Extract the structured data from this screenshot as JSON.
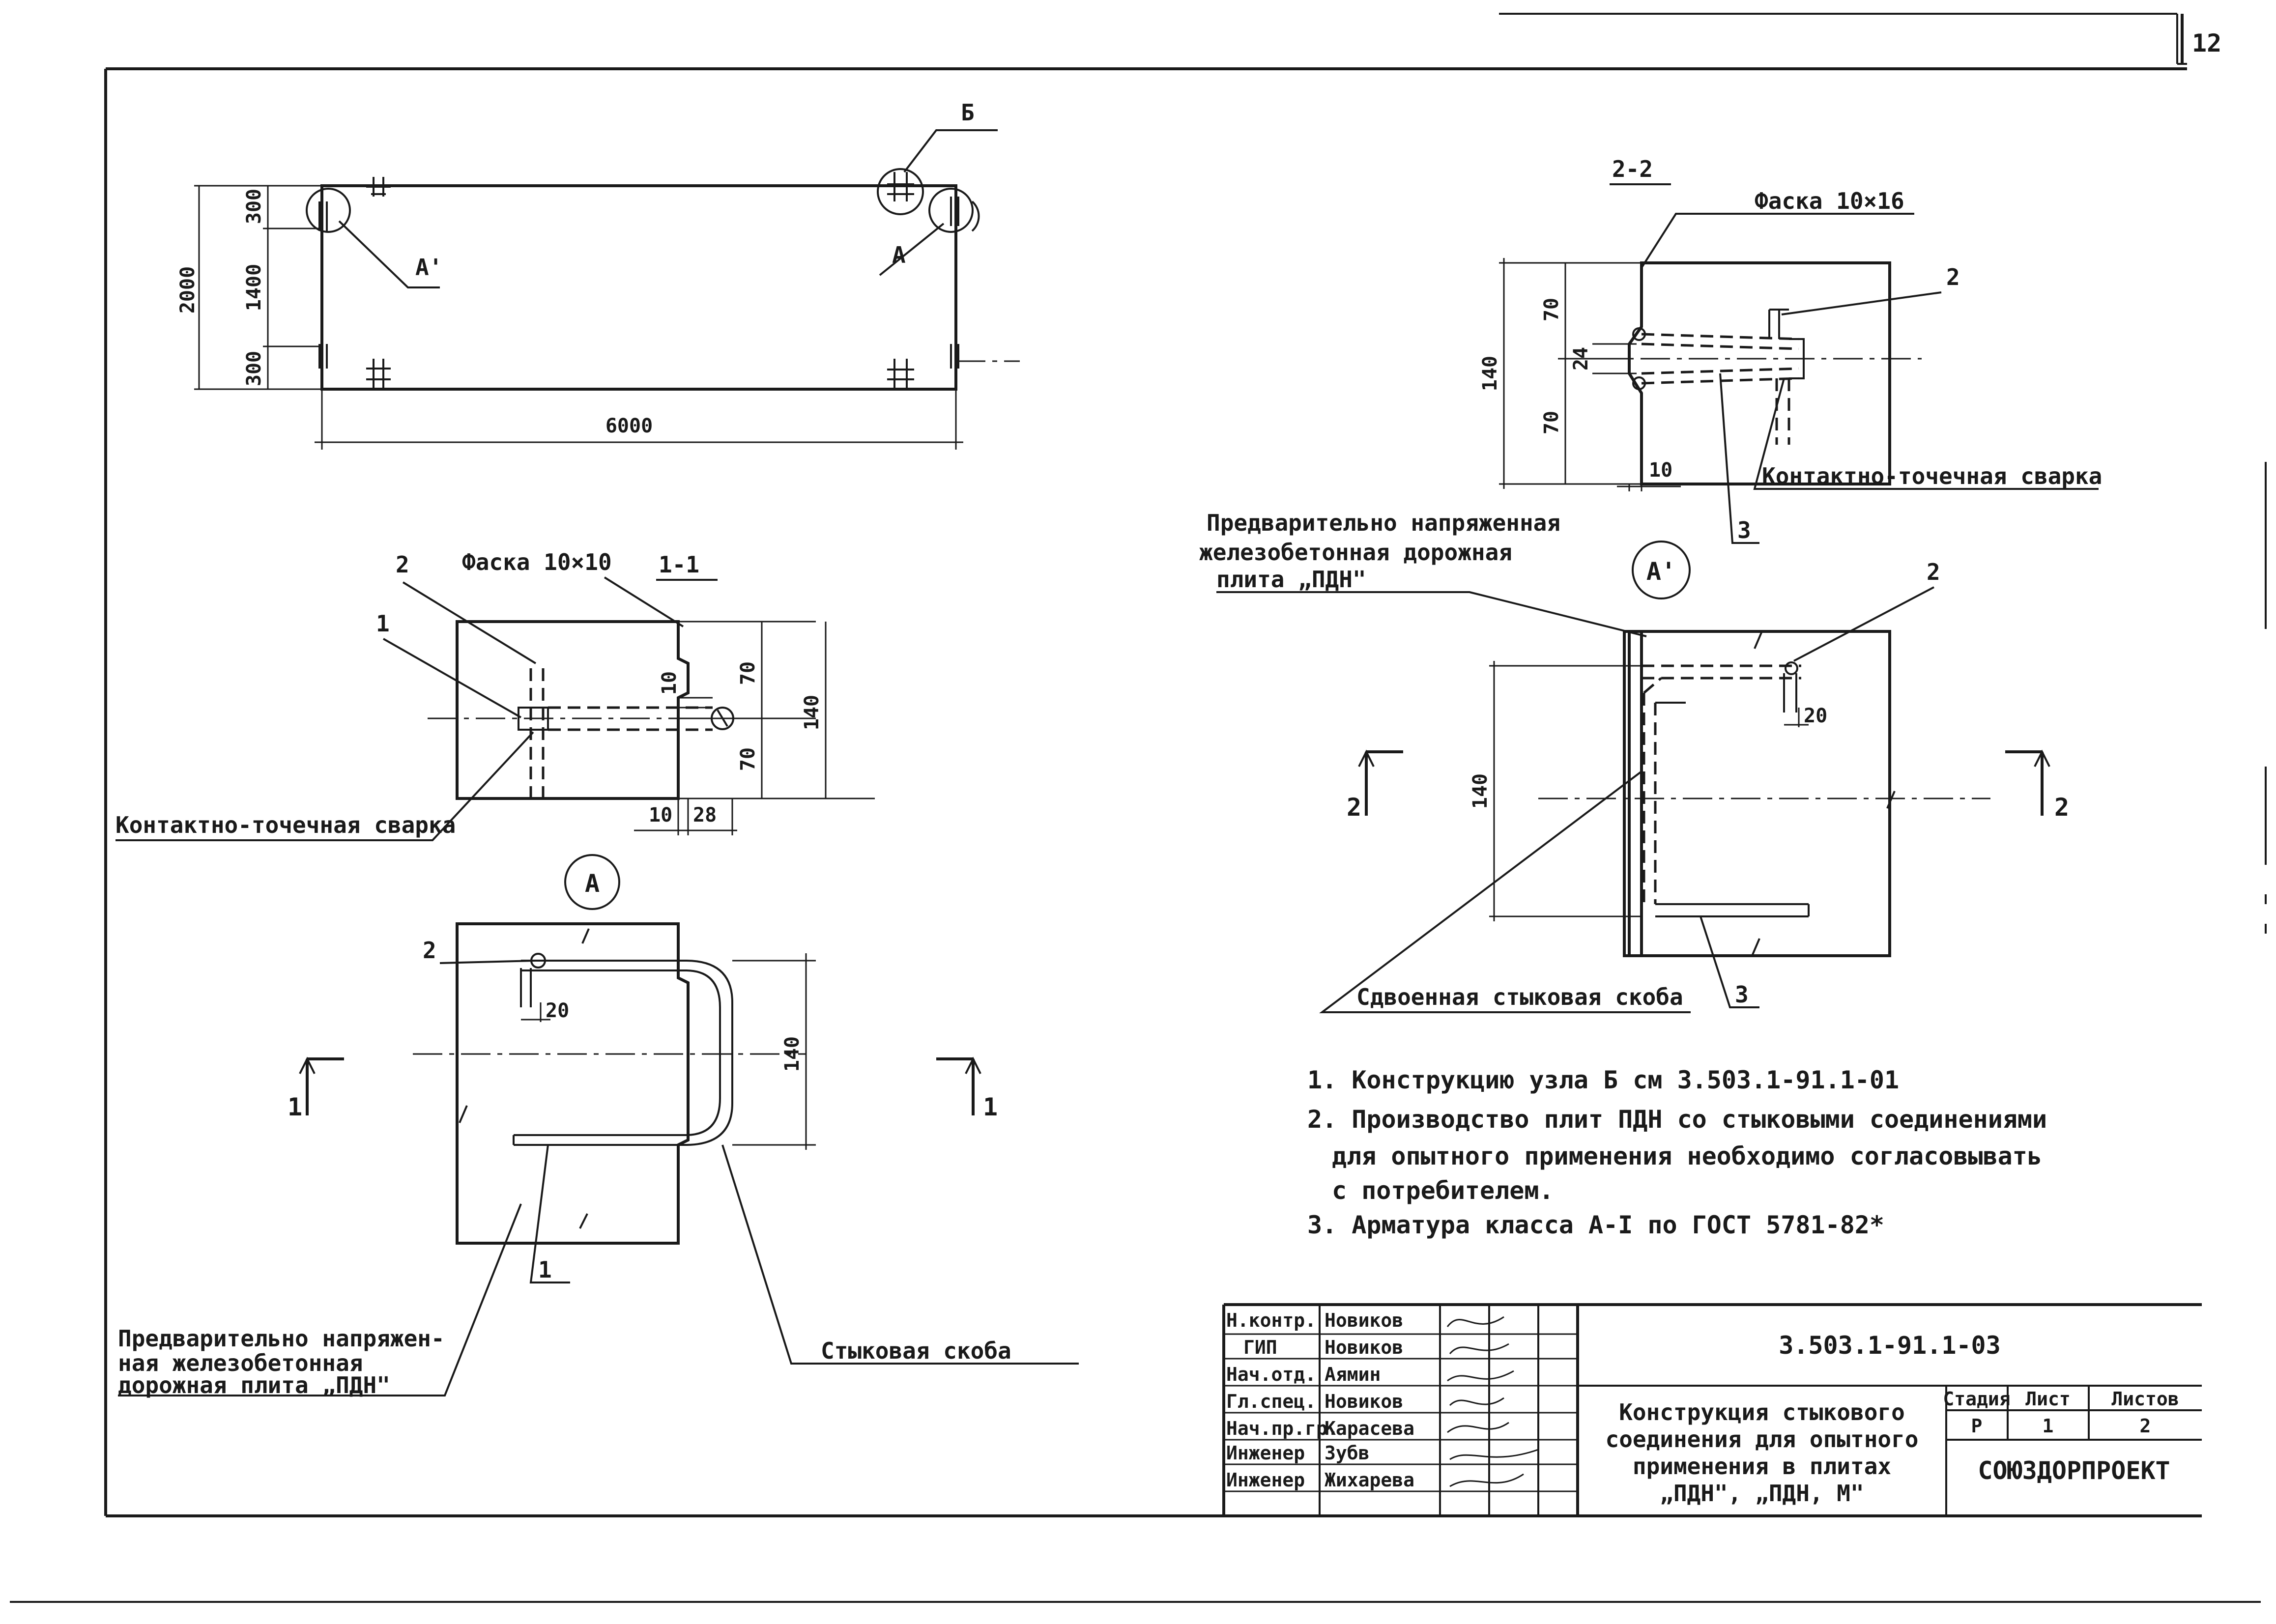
{
  "sheet_number": "12",
  "plan": {
    "dims": {
      "length": "6000",
      "width": "2000",
      "edge_top": "300",
      "middle": "1400",
      "edge_bottom": "300"
    },
    "marks": {
      "a_prime": "А'",
      "a": "А",
      "b": "Б"
    }
  },
  "section_1_1": {
    "title": "1-1",
    "chamfer": "Фаска 10×10",
    "ref_1": "1",
    "ref_2": "2",
    "dims": {
      "d10_top": "10",
      "d70_top": "70",
      "d70_bottom": "70",
      "d140": "140",
      "d10_bottom": "10",
      "d28": "28"
    },
    "weld": "Контактно-точечная сварка"
  },
  "node_a": {
    "mark": "А",
    "ref_2": "2",
    "ref_1": "1",
    "dims": {
      "d20": "20",
      "d140": "140"
    },
    "cut_left": "1",
    "cut_right": "1",
    "slab_label": [
      "Предварительно напряжен-",
      "ная железобетонная",
      "дорожная плита „ПДН\""
    ],
    "bracket_label": "Стыковая скоба"
  },
  "section_2_2": {
    "title": "2-2",
    "chamfer": "Фаска 10×16",
    "ref_2": "2",
    "ref_3": "3",
    "dims": {
      "d70_top": "70",
      "d70_bottom": "70",
      "d140": "140",
      "d24": "24",
      "d10": "10"
    },
    "weld": "Контактно-точечная сварка"
  },
  "node_a_prime": {
    "mark": "А'",
    "slab_label": [
      "Предварительно напряженная",
      "железобетонная дорожная",
      "плита „ПДН\""
    ],
    "ref_2": "2",
    "ref_3": "3",
    "dims": {
      "d20": "20",
      "d140": "140"
    },
    "cut_left": "2",
    "cut_right": "2",
    "double_bracket": "Сдвоенная стыковая скоба"
  },
  "notes": [
    "1. Конструкцию узла  Б   см  3.503.1-91.1-01",
    "2. Производство плит  ПДН  со стыковыми соединениями",
    "для опытного  применения  необходимо  согласовывать",
    "с потребителем.",
    "3. Арматура   класса   А-I  по  ГОСТ 5781-82*"
  ],
  "title_block": {
    "code": "3.503.1-91.1-03",
    "roles": [
      "Н.контр.",
      "ГИП",
      "Нач.отд.",
      "Гл.спец.",
      "Нач.пр.гр.",
      "Инженер",
      "Инженер"
    ],
    "names": [
      "Новиков",
      "Новиков",
      "Аямин",
      "Новиков",
      "Карасева",
      "Зубв",
      "Жихарева"
    ],
    "description": [
      "Конструкция стыкового",
      "соединения для опытного",
      "применения в плитах",
      "„ПДН\", „ПДН, М\""
    ],
    "stage_header": "Стадия",
    "sheet_header": "Лист",
    "sheets_header": "Листов",
    "stage": "Р",
    "sheet": "1",
    "sheets": "2",
    "organization": "СОЮЗДОРПРОЕКТ"
  }
}
